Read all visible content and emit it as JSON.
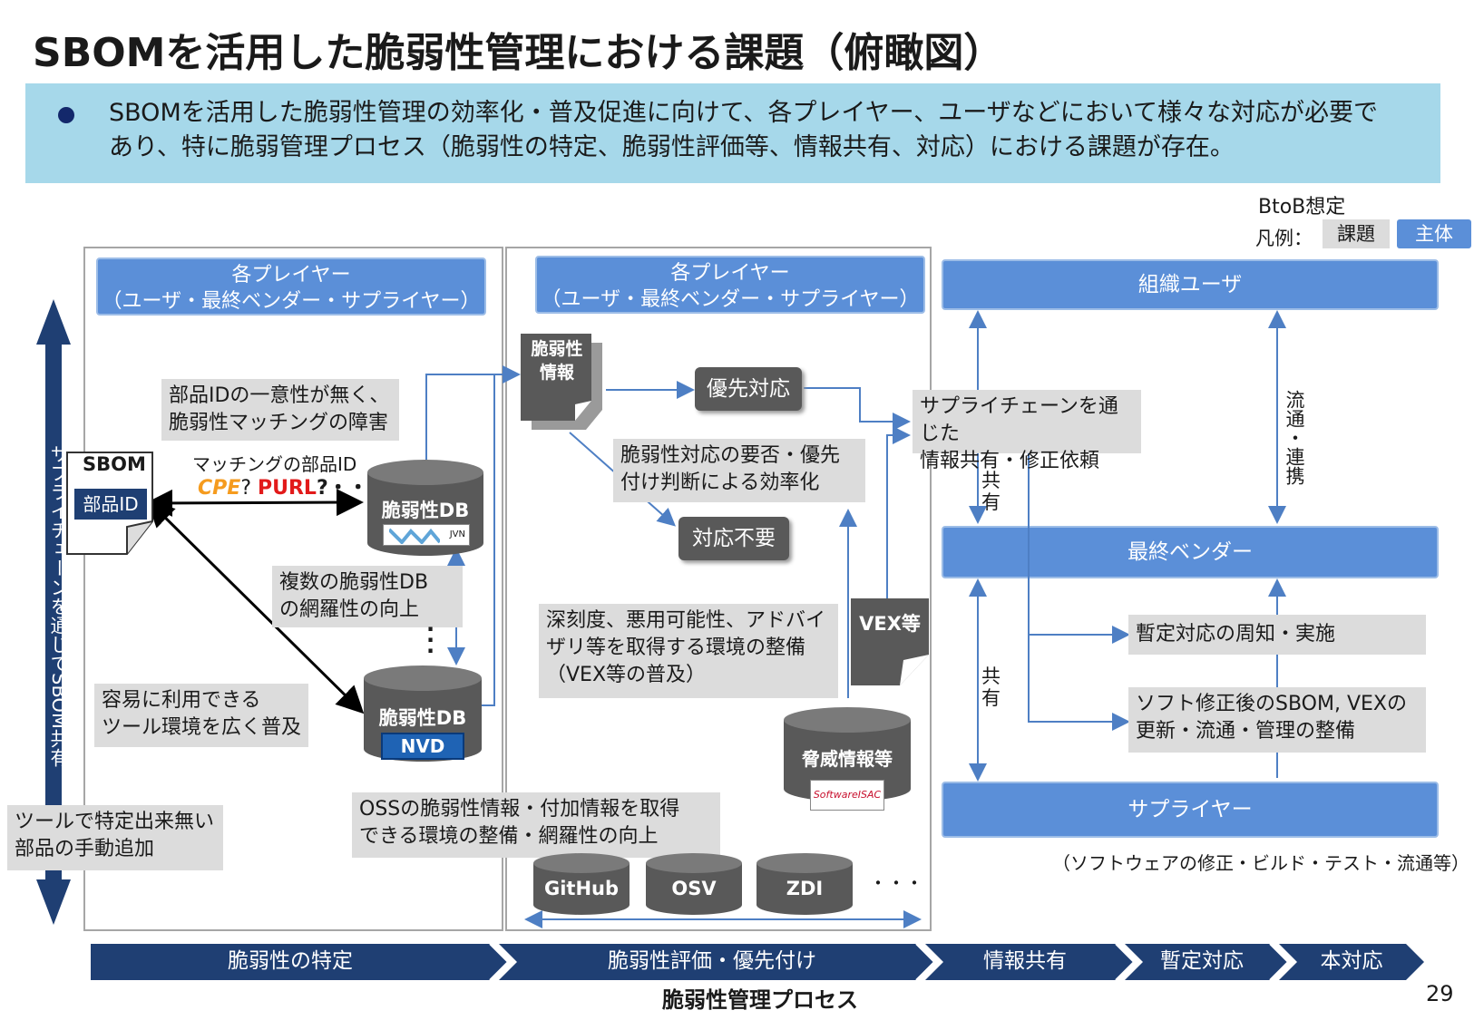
{
  "title": "SBOMを活用した脆弱性管理における課題（俯瞰図）",
  "banner": {
    "line1": "SBOMを活用した脆弱性管理の効率化・普及促進に向けて、各プレイヤー、ユーザなどにおいて様々な対応が必要で",
    "line2": "あり、特に脆弱管理プロセス（脆弱性の特定、脆弱性評価等、情報共有、対応）における課題が存在。"
  },
  "legend": {
    "btob": "BtoB想定",
    "label": "凡例：",
    "issue": "課題",
    "actor": "主体"
  },
  "left_axis": {
    "label": "サプライチェーンを通じてSBOM共有"
  },
  "panel1": {
    "header_l1": "各プレイヤー",
    "header_l2": "（ユーザ・最終ベンダー・サプライヤー）",
    "note_uniqueness_l1": "部品IDの一意性が無く、",
    "note_uniqueness_l2": "脆弱性マッチングの障害",
    "sbom_title": "SBOM",
    "sbom_part": "部品ID",
    "matching_id": "マッチングの部品ID",
    "cpe": "CPE",
    "cpe_q": "?",
    "purl": "PURL",
    "purl_rest": "?・・・",
    "db1": "脆弱性DB",
    "db1_logo": "JVN",
    "note_coverage_l1": "複数の脆弱性DB",
    "note_coverage_l2": "の網羅性の向上",
    "db2": "脆弱性DB",
    "db2_logo": "NVD",
    "note_tool_l1": "容易に利用できる",
    "note_tool_l2": "ツール環境を広く普及",
    "note_manual_l1": "ツールで特定出来無い",
    "note_manual_l2": "部品の手動追加",
    "note_oss_l1": "OSSの脆弱性情報・付加情報を取得",
    "note_oss_l2": "できる環境の整備・網羅性の向上"
  },
  "panel2": {
    "header_l1": "各プレイヤー",
    "header_l2": "（ユーザ・最終ベンダー・サプライヤー）",
    "vuln_info_l1": "脆弱性",
    "vuln_info_l2": "情報",
    "priority": "優先対応",
    "no_action": "対応不要",
    "note_efficiency_l1": "脆弱性対応の要否・優先",
    "note_efficiency_l2": "付け判断による効率化",
    "note_env_l1": "深刻度、悪用可能性、アドバイ",
    "note_env_l2": "ザリ等を取得する環境の整備",
    "note_env_l3": "（VEX等の普及）",
    "vex": "VEX等",
    "threat_db": "脅威情報等",
    "threat_logo": "SoftwareISAC",
    "github": "GitHub",
    "osv": "OSV",
    "zdi": "ZDI",
    "ellipsis": "・・・"
  },
  "panel3": {
    "org_user": "組織ユーザ",
    "final_vendor": "最終ベンダー",
    "supplier": "サプライヤー",
    "note_share_l1": "サプライチェーンを通じた",
    "note_share_l2": "情報共有・修正依頼",
    "share_label": "共有",
    "flow_label": "流通・連携",
    "note_interim": "暫定対応の周知・実施",
    "note_update_l1": "ソフト修正後のSBOM, VEXの",
    "note_update_l2": "更新・流通・管理の整備",
    "supplier_note": "（ソフトウェアの修正・ビルド・テスト・流通等）"
  },
  "process": {
    "steps": [
      "脆弱性の特定",
      "脆弱性評価・優先付け",
      "情報共有",
      "暫定対応",
      "本対応"
    ],
    "label": "脆弱性管理プロセス"
  },
  "page_number": "29",
  "colors": {
    "navy": "#1f3f73",
    "blue": "#5b8fd8",
    "banner": "#a6d8ea",
    "note_gray": "#dcdcdc",
    "dark_gray": "#595959",
    "arrow_blue": "#4e7fc4"
  }
}
